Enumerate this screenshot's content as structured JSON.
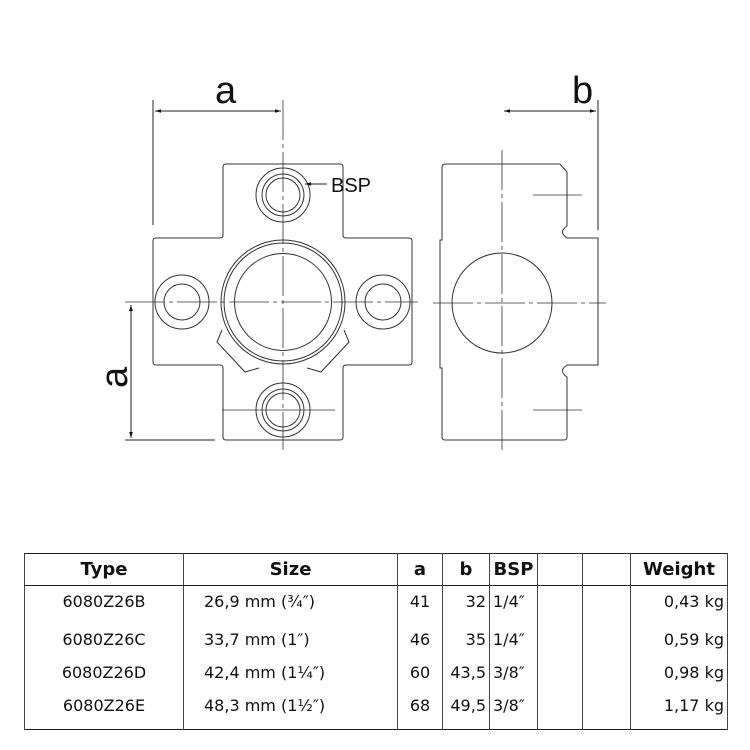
{
  "drawing": {
    "dim_a_top": "a",
    "dim_b_top": "b",
    "dim_a_side": "a",
    "bsp_label": "BSP"
  },
  "table": {
    "headers": [
      "Type",
      "Size",
      "a",
      "b",
      "BSP",
      "",
      "",
      "Weight"
    ],
    "rows": [
      {
        "type": "6080Z26B",
        "size": "26,9 mm (¾″)",
        "a": "41",
        "b": "32",
        "bsp": "1/4″",
        "weight": "0,43 kg"
      },
      {
        "type": "6080Z26C",
        "size": "33,7 mm (1″)",
        "a": "46",
        "b": "35",
        "bsp": "1/4″",
        "weight": "0,59 kg"
      },
      {
        "type": "6080Z26D",
        "size": "42,4 mm (1¼″)",
        "a": "60",
        "b": "43,5",
        "bsp": "3/8″",
        "weight": "0,98 kg"
      },
      {
        "type": "6080Z26E",
        "size": "48,3 mm (1½″)",
        "a": "68",
        "b": "49,5",
        "bsp": "3/8″",
        "weight": "1,17 kg"
      }
    ]
  }
}
